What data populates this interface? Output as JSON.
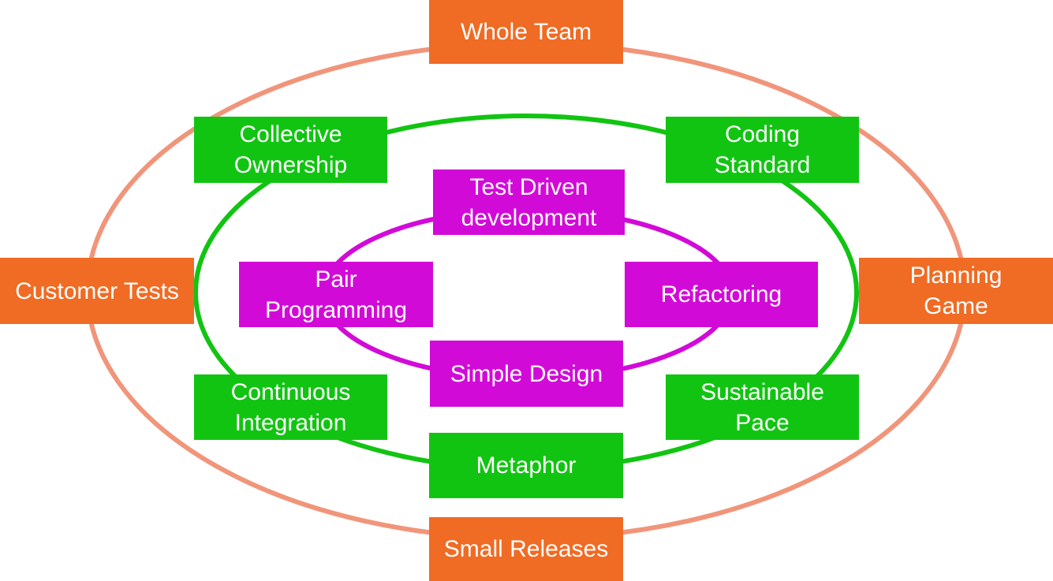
{
  "colors": {
    "outer_ring": "#F1957A",
    "outer_box": "#F06B24",
    "middle_ring": "#12C412",
    "middle_box": "#12C412",
    "inner_ring": "#D20AD8",
    "inner_box": "#D20AD8",
    "text": "#FFFFFF"
  },
  "outer": {
    "whole_team": "Whole Team",
    "customer_tests": "Customer Tests",
    "planning_game": "Planning\nGame",
    "small_releases": "Small Releases"
  },
  "middle": {
    "collective_ownership": "Collective\nOwnership",
    "coding_standard": "Coding\nStandard",
    "continuous_integration": "Continuous\nIntegration",
    "sustainable_pace": "Sustainable\nPace",
    "metaphor": "Metaphor"
  },
  "inner": {
    "test_driven_development": "Test Driven\ndevelopment",
    "pair_programming": "Pair\nProgramming",
    "refactoring": "Refactoring",
    "simple_design": "Simple Design"
  }
}
